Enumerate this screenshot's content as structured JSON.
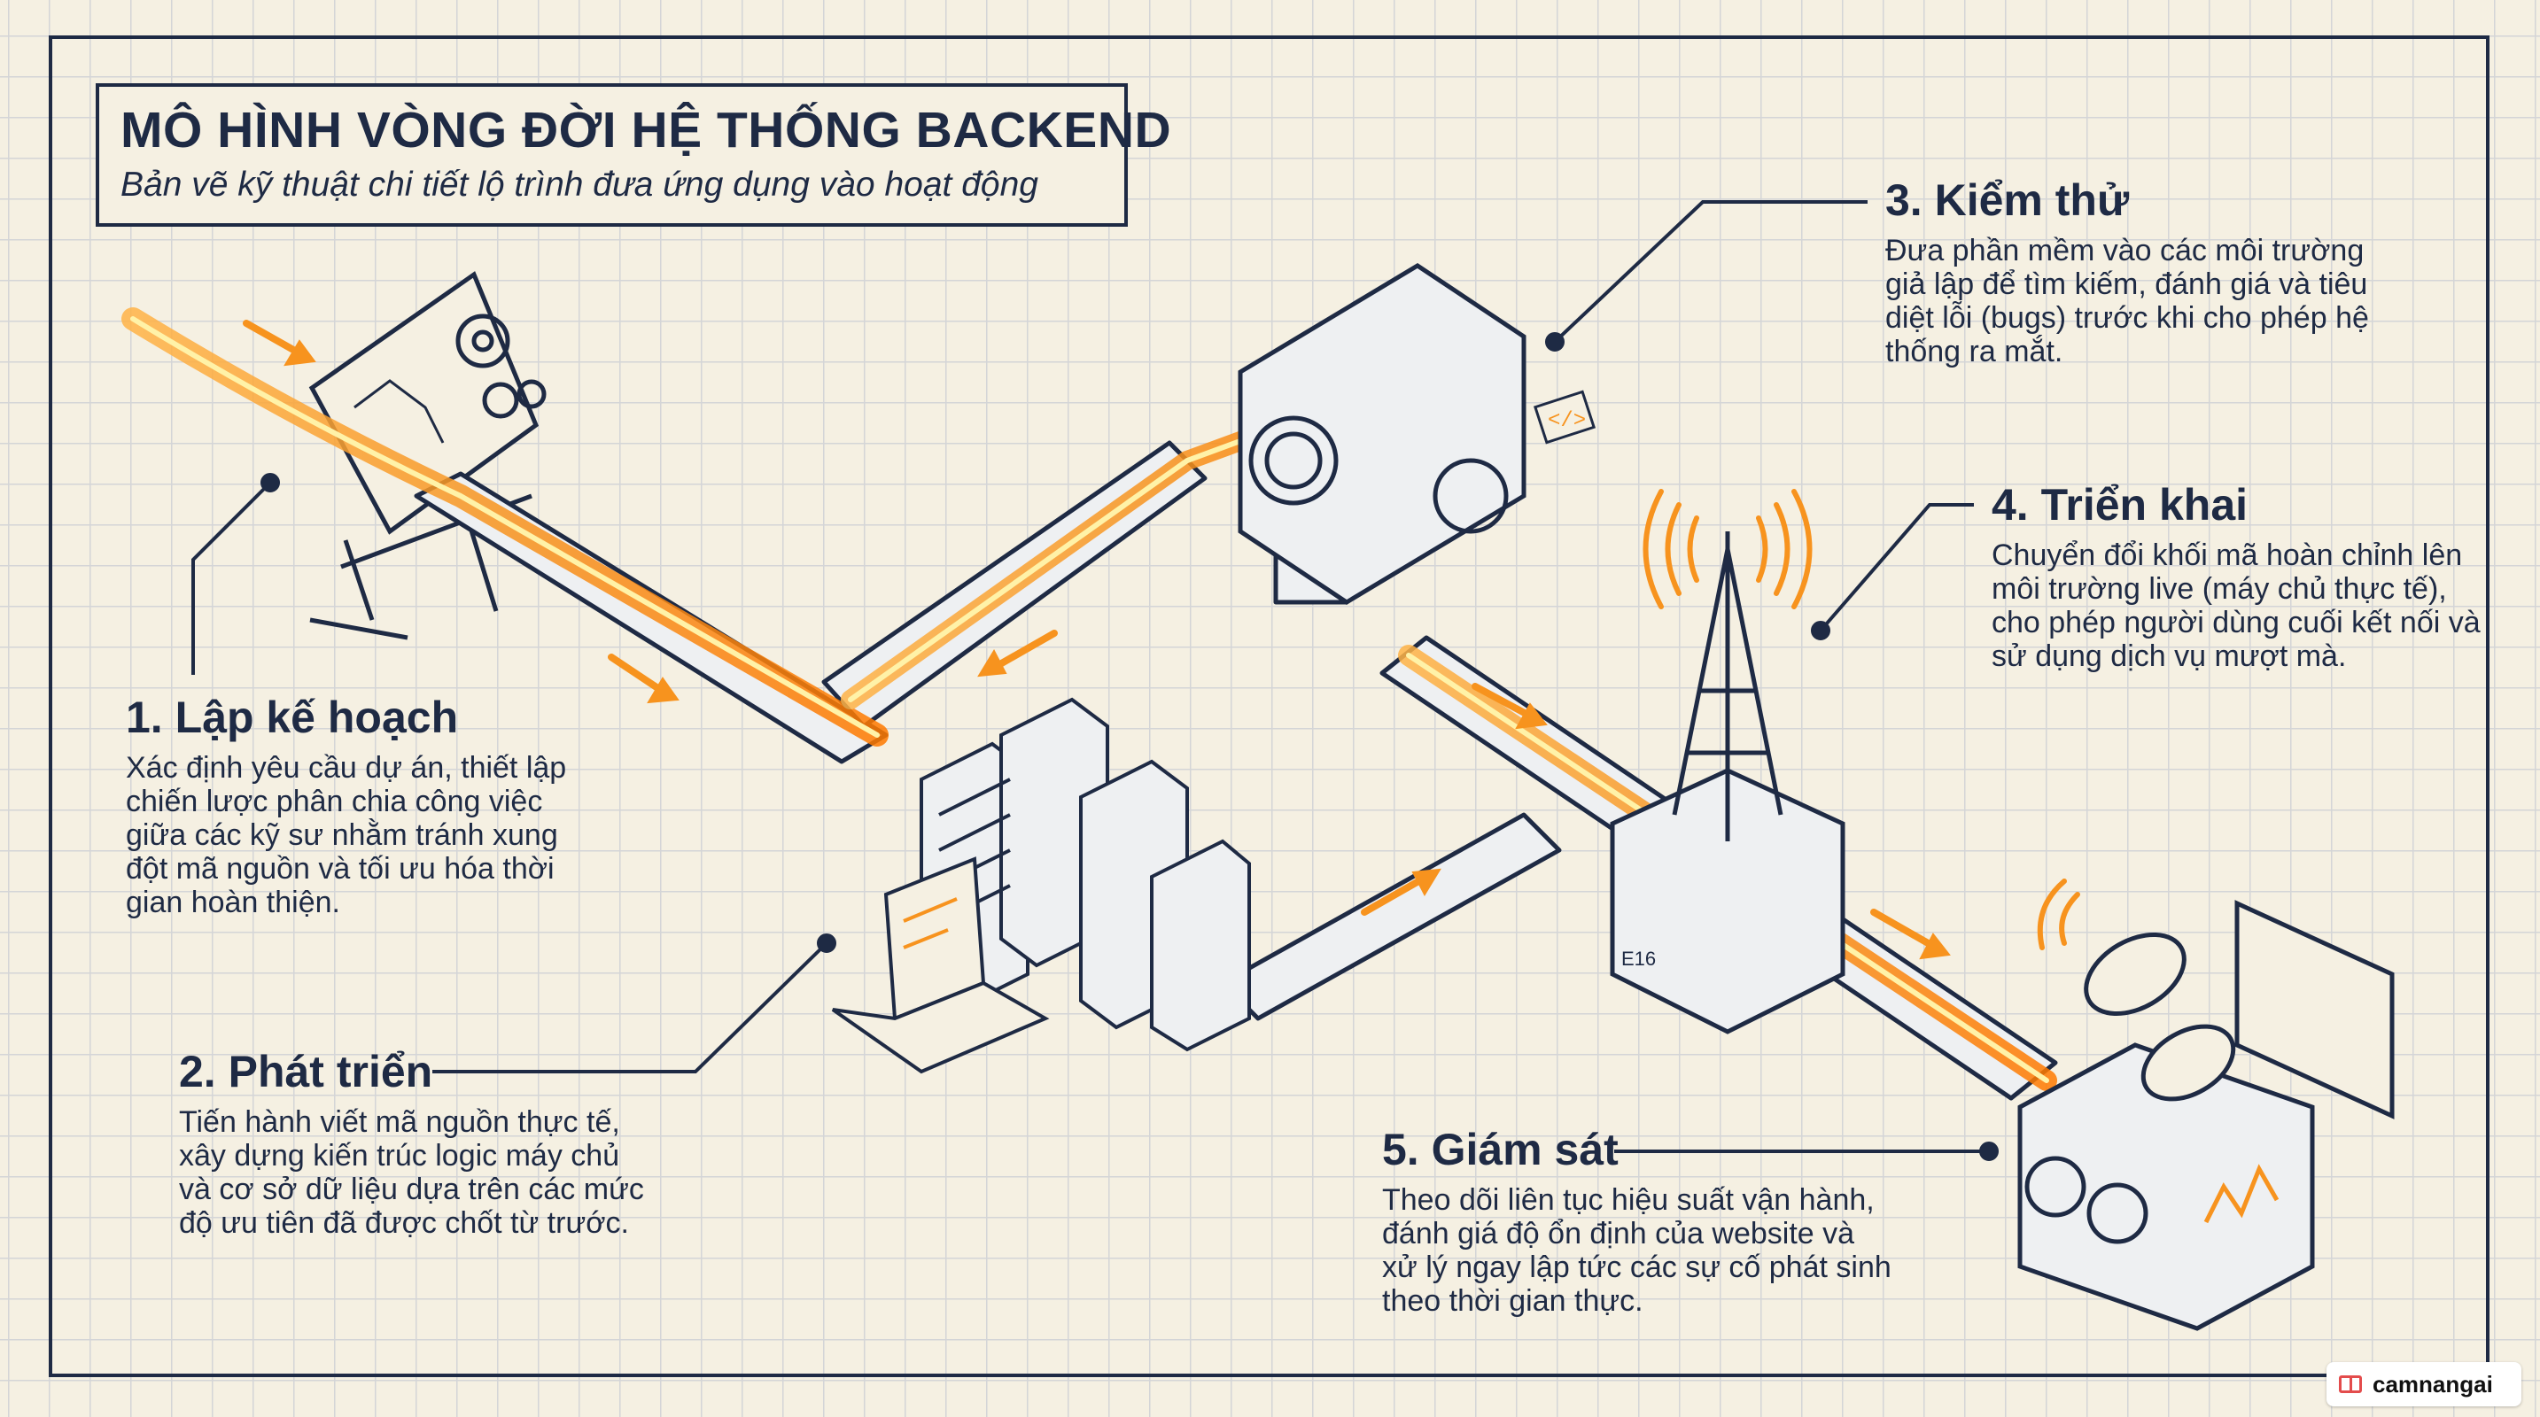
{
  "header": {
    "title": "MÔ HÌNH VÒNG ĐỜI HỆ THỐNG BACKEND",
    "subtitle": "Bản vẽ kỹ thuật chi tiết lộ trình đưa ứng dụng vào hoạt động"
  },
  "steps": [
    {
      "title": "1. Lập kế hoạch",
      "description": "Xác định yêu cầu dự án, thiết lập chiến lược phân chia công việc giữa các kỹ sư nhằm tránh xung đột mã nguồn và tối ưu hóa thời gian hoàn thiện."
    },
    {
      "title": "2. Phát triển",
      "description": "Tiến hành viết mã nguồn thực tế, xây dựng kiến trúc logic máy chủ và cơ sở dữ liệu dựa trên các mức độ ưu tiên đã được chốt từ trước."
    },
    {
      "title": "3. Kiểm thử",
      "description": "Đưa phần mềm vào các môi trường giả lập để tìm kiếm, đánh giá và tiêu diệt lỗi (bugs) trước khi cho phép hệ thống ra mắt."
    },
    {
      "title": "4. Triển khai",
      "description": "Chuyển đổi khối mã hoàn chỉnh lên môi trường live (máy chủ thực tế), cho phép người dùng cuối kết nối và sử dụng dịch vụ mượt mà."
    },
    {
      "title": "5. Giám sát",
      "description": "Theo dõi liên tục hiệu suất vận hành, đánh giá độ ổn định của website và xử lý ngay lập tức các sự cố phát sinh theo thời gian thực."
    }
  ],
  "labels": {
    "code_tag": "</>",
    "tower_box_code": "E16"
  },
  "colors": {
    "ink": "#1e2a44",
    "flow": "#f7931e",
    "paper": "#f5f0e2",
    "grid": "#c9cdd4"
  },
  "watermark": {
    "text": "camnangai",
    "icon": "book-icon"
  }
}
